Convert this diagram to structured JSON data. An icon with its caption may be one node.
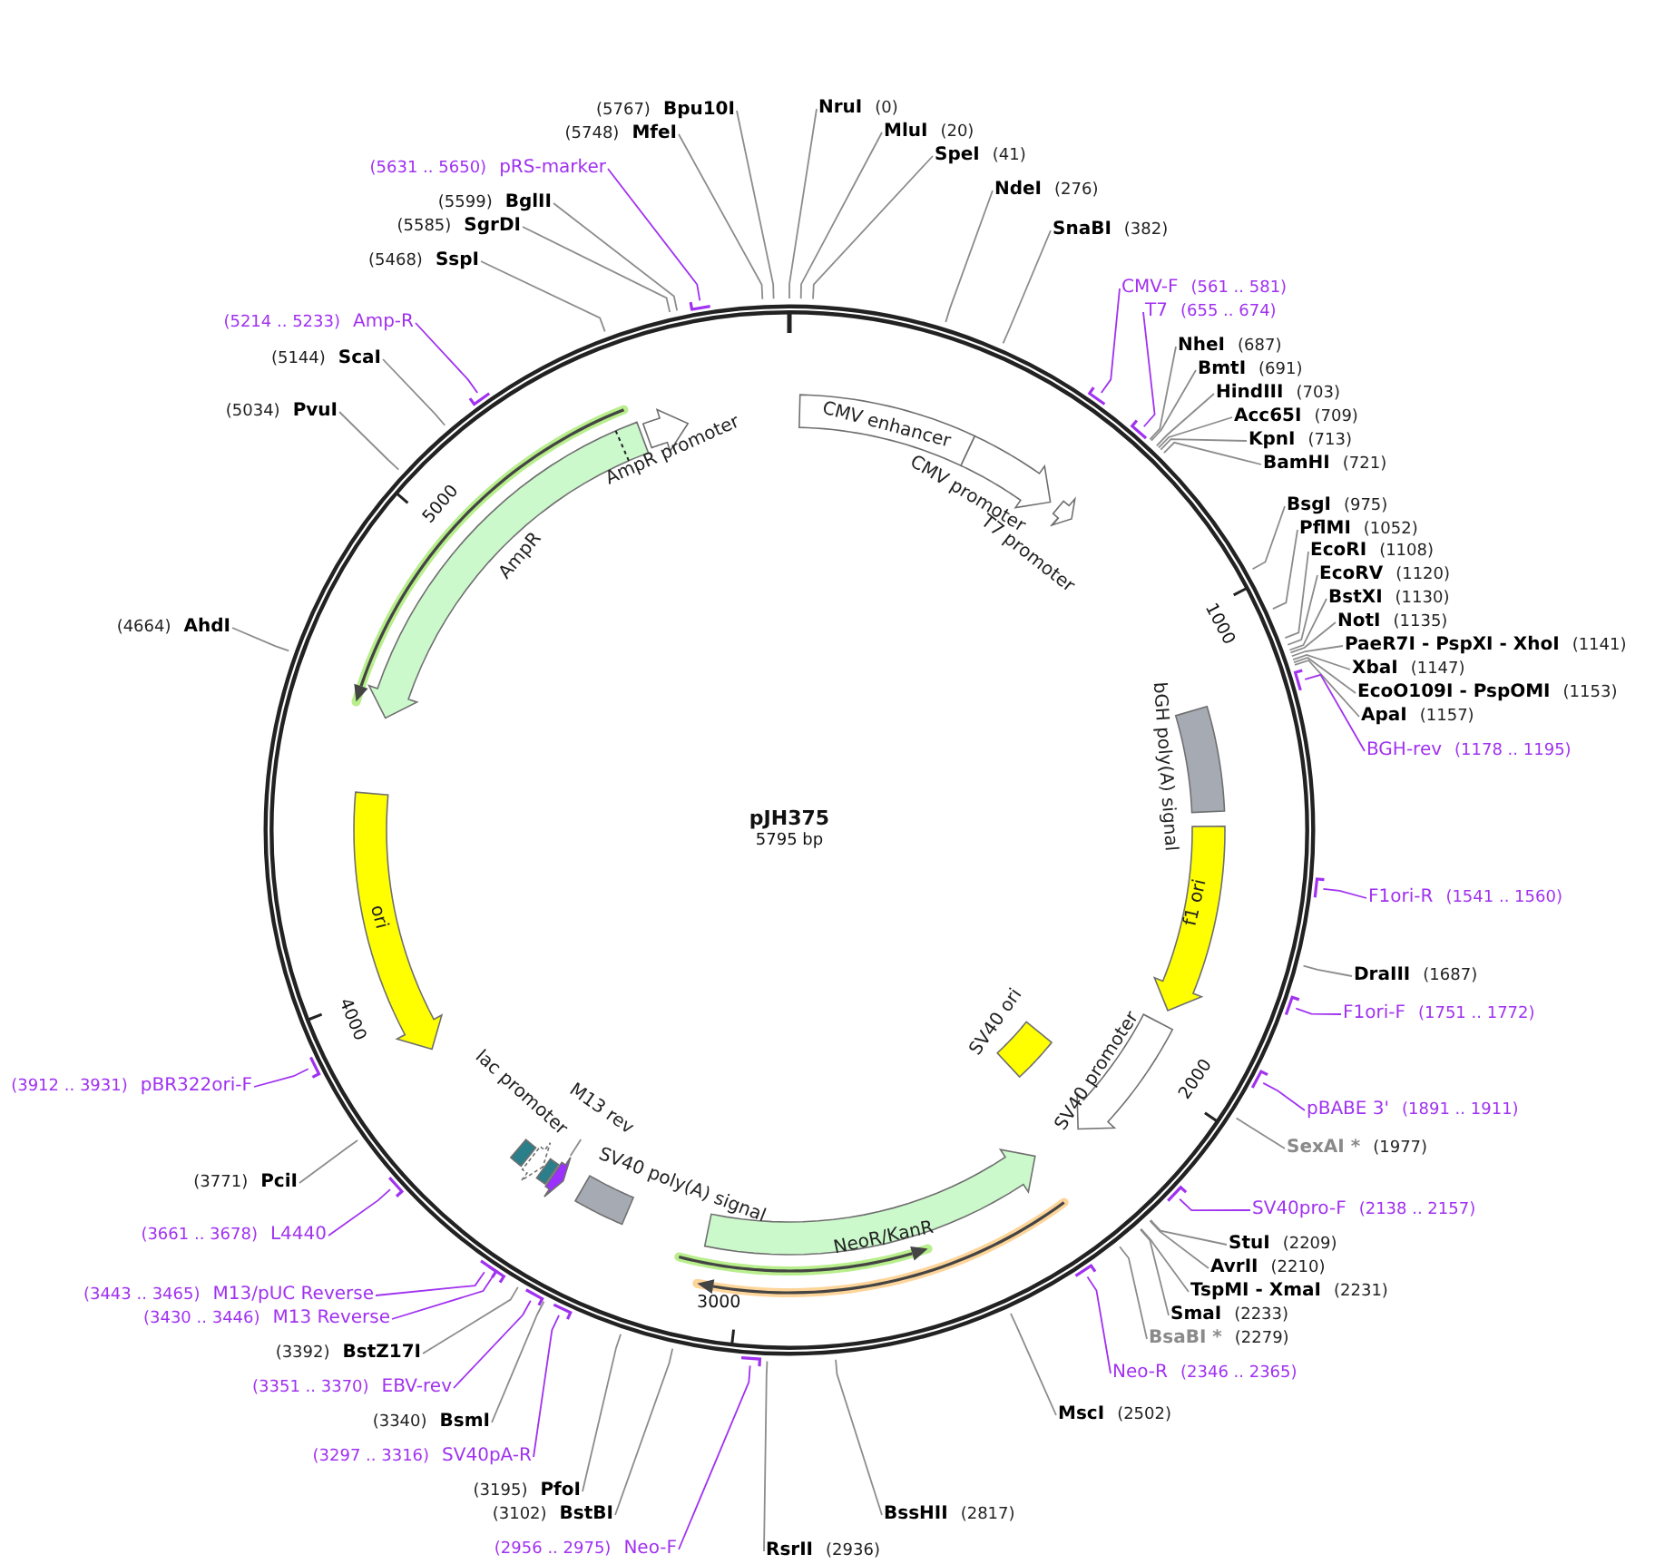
{
  "diagram": {
    "title": "pJH375",
    "nodes": [
      {
        "text": [
          "CMV enhancer"
        ]
      },
      {
        "text": [
          "CMV promoter"
        ]
      },
      {
        "text": [
          "T7 promoter"
        ]
      },
      {
        "text": [],
        "shape": "arrow"
      },
      {
        "text": [
          "bGH poly(A) signal"
        ]
      },
      {
        "text": [
          "f1 ori"
        ]
      },
      {
        "text": [
          "SV40 ori"
        ]
      },
      {
        "text": [
          "SV40 promoter"
        ]
      },
      {
        "text": [
          "NeoR/KanR"
        ]
      },
      {
        "text": [
          "SV40 poly(A) signal"
        ]
      },
      {
        "text": [
          "M13 rev"
        ]
      },
      {
        "text": [],
        "shape": "arrow"
      },
      {
        "text": [
          "lac promoter"
        ]
      },
      {
        "text": [],
        "shape": "box"
      },
      {
        "text": [],
        "shape": "box"
      },
      {
        "text": [
          "ori"
        ]
      },
      {
        "text": [
          "AmpR"
        ]
      },
      {
        "text": [
          "AmpR promoter"
        ]
      },
      {
        "text": [
          "NruI",
          "(0)"
        ]
      },
      {
        "text": [
          "MluI",
          "(20)"
        ]
      },
      {
        "text": [
          "SpeI",
          "(41)"
        ]
      },
      {
        "text": [
          "NdeI",
          "(276)"
        ]
      },
      {
        "text": [
          "SnaBI",
          "(382)"
        ]
      },
      {
        "text": [
          "CMV-F",
          "(561 .. 581)"
        ]
      },
      {
        "text": [
          "T7",
          "(655 .. 674)"
        ]
      },
      {
        "text": [
          "NheI",
          "(687)"
        ]
      },
      {
        "text": [
          "BmtI",
          "(691)"
        ]
      },
      {
        "text": [
          "HindIII",
          "(703)"
        ]
      },
      {
        "text": [
          "Acc65I",
          "(709)"
        ]
      },
      {
        "text": [
          "KpnI",
          "(713)"
        ]
      },
      {
        "text": [
          "BamHI",
          "(721)"
        ]
      },
      {
        "text": [
          "BsgI",
          "(975)"
        ]
      },
      {
        "text": [
          "PflMI",
          "(1052)"
        ]
      },
      {
        "text": [
          "EcoRI",
          "(1108)"
        ]
      },
      {
        "text": [
          "EcoRV",
          "(1120)"
        ]
      },
      {
        "text": [
          "BstXI",
          "(1130)"
        ]
      },
      {
        "text": [
          "NotI",
          "(1135)"
        ]
      },
      {
        "text": [
          "PaeR7I - PspXI - XhoI",
          "(1141)"
        ]
      },
      {
        "text": [
          "XbaI",
          "(1147)"
        ]
      },
      {
        "text": [
          "EcoO109I - PspOMI",
          "(1153)"
        ]
      },
      {
        "text": [
          "ApaI",
          "(1157)"
        ]
      },
      {
        "text": [
          "BGH-rev",
          "(1178 .. 1195)"
        ]
      },
      {
        "text": [
          "F1ori-R",
          "(1541 .. 1560)"
        ]
      },
      {
        "text": [
          "DraIII",
          "(1687)"
        ]
      },
      {
        "text": [
          "F1ori-F",
          "(1751 .. 1772)"
        ]
      },
      {
        "text": [
          "pBABE 3'",
          "(1891 .. 1911)"
        ]
      },
      {
        "text": [
          "SexAI *",
          "(1977)"
        ]
      },
      {
        "text": [
          "SV40pro-F",
          "(2138 .. 2157)"
        ]
      },
      {
        "text": [
          "StuI",
          "(2209)"
        ]
      },
      {
        "text": [
          "AvrII",
          "(2210)"
        ]
      },
      {
        "text": [
          "TspMI - XmaI",
          "(2231)"
        ]
      },
      {
        "text": [
          "SmaI",
          "(2233)"
        ]
      },
      {
        "text": [
          "BsaBI *",
          "(2279)"
        ]
      },
      {
        "text": [
          "Neo-R",
          "(2346 .. 2365)"
        ]
      },
      {
        "text": [
          "MscI",
          "(2502)"
        ]
      },
      {
        "text": [
          "BssHII",
          "(2817)"
        ]
      },
      {
        "text": [
          "RsrII",
          "(2936)"
        ]
      },
      {
        "text": [
          "(2956 .. 2975)",
          "Neo-F"
        ]
      },
      {
        "text": [
          "(3102)",
          "BstBI"
        ]
      },
      {
        "text": [
          "(3195)",
          "PfoI"
        ]
      },
      {
        "text": [
          "(3297 .. 3316)",
          "SV40pA-R"
        ]
      },
      {
        "text": [
          "(3340)",
          "BsmI"
        ]
      },
      {
        "text": [
          "(3351 .. 3370)",
          "EBV-rev"
        ]
      },
      {
        "text": [
          "(3392)",
          "BstZ17I"
        ]
      },
      {
        "text": [
          "(3430 .. 3446)",
          "M13 Reverse"
        ]
      },
      {
        "text": [
          "(3443 .. 3465)",
          "M13/pUC Reverse"
        ]
      },
      {
        "text": [
          "(3661 .. 3678)",
          "L4440"
        ]
      },
      {
        "text": [
          "(3771)",
          "PciI"
        ]
      },
      {
        "text": [
          "(3912 .. 3931)",
          "pBR322ori-F"
        ]
      },
      {
        "text": [
          "(4664)",
          "AhdI"
        ]
      },
      {
        "text": [
          "(5034)",
          "PvuI"
        ]
      },
      {
        "text": [
          "(5144)",
          "ScaI"
        ]
      },
      {
        "text": [
          "(5214 .. 5233)",
          "Amp-R"
        ]
      },
      {
        "text": [
          "(5468)",
          "SspI"
        ]
      },
      {
        "text": [
          "(5585)",
          "SgrDI"
        ]
      },
      {
        "text": [
          "(5599)",
          "BglII"
        ]
      },
      {
        "text": [
          "(5631 .. 5650)",
          "pRS-marker"
        ]
      },
      {
        "text": [
          "(5748)",
          "MfeI"
        ]
      },
      {
        "text": [
          "(5767)",
          "Bpu10I"
        ]
      }
    ],
    "edges": [
      {
        "from": 2,
        "to": 3,
        "arrow": "none"
      },
      {
        "from": 10,
        "to": 11,
        "arrow": "none"
      },
      {
        "from": 18,
        "to": null,
        "arrow": "none"
      },
      {
        "from": 19,
        "to": null,
        "arrow": "none"
      },
      {
        "from": 20,
        "to": null,
        "arrow": "none"
      },
      {
        "from": 21,
        "to": null,
        "arrow": "none"
      },
      {
        "from": 22,
        "to": null,
        "arrow": "none"
      },
      {
        "from": 23,
        "to": null,
        "arrow": "none",
        "color": "#a032f0"
      },
      {
        "from": 24,
        "to": null,
        "arrow": "none",
        "color": "#a032f0"
      },
      {
        "from": 25,
        "to": null,
        "arrow": "none"
      },
      {
        "from": 26,
        "to": null,
        "arrow": "none"
      },
      {
        "from": 27,
        "to": null,
        "arrow": "none"
      },
      {
        "from": 28,
        "to": null,
        "arrow": "none"
      },
      {
        "from": 29,
        "to": null,
        "arrow": "none"
      },
      {
        "from": 30,
        "to": null,
        "arrow": "none"
      },
      {
        "from": 31,
        "to": null,
        "arrow": "none"
      },
      {
        "from": 32,
        "to": null,
        "arrow": "none"
      },
      {
        "from": 33,
        "to": null,
        "arrow": "none"
      },
      {
        "from": 34,
        "to": null,
        "arrow": "none"
      },
      {
        "from": 35,
        "to": null,
        "arrow": "none"
      },
      {
        "from": 36,
        "to": null,
        "arrow": "none"
      },
      {
        "from": 37,
        "to": null,
        "arrow": "none"
      },
      {
        "from": 38,
        "to": null,
        "arrow": "none"
      },
      {
        "from": 39,
        "to": null,
        "arrow": "none"
      },
      {
        "from": 40,
        "to": null,
        "arrow": "none"
      },
      {
        "from": 41,
        "to": null,
        "arrow": "none",
        "color": "#a032f0"
      },
      {
        "from": 42,
        "to": null,
        "arrow": "none",
        "color": "#a032f0"
      },
      {
        "from": 43,
        "to": null,
        "arrow": "none"
      },
      {
        "from": 44,
        "to": null,
        "arrow": "none",
        "color": "#a032f0"
      },
      {
        "from": 45,
        "to": null,
        "arrow": "none",
        "color": "#a032f0"
      },
      {
        "from": 46,
        "to": null,
        "arrow": "none"
      },
      {
        "from": 47,
        "to": null,
        "arrow": "none",
        "color": "#a032f0"
      },
      {
        "from": 48,
        "to": null,
        "arrow": "none"
      },
      {
        "from": 49,
        "to": null,
        "arrow": "none"
      },
      {
        "from": 50,
        "to": null,
        "arrow": "none"
      },
      {
        "from": 51,
        "to": null,
        "arrow": "none"
      },
      {
        "from": 52,
        "to": null,
        "arrow": "none"
      },
      {
        "from": 53,
        "to": null,
        "arrow": "none",
        "color": "#a032f0"
      },
      {
        "from": 54,
        "to": null,
        "arrow": "none"
      },
      {
        "from": 55,
        "to": null,
        "arrow": "none"
      },
      {
        "from": 56,
        "to": null,
        "arrow": "none"
      },
      {
        "from": 57,
        "to": null,
        "arrow": "none",
        "color": "#a032f0"
      },
      {
        "from": 58,
        "to": null,
        "arrow": "none"
      },
      {
        "from": 59,
        "to": null,
        "arrow": "none"
      },
      {
        "from": 60,
        "to": null,
        "arrow": "none",
        "color": "#a032f0"
      },
      {
        "from": 61,
        "to": null,
        "arrow": "none"
      },
      {
        "from": 62,
        "to": null,
        "arrow": "none",
        "color": "#a032f0"
      },
      {
        "from": 63,
        "to": null,
        "arrow": "none"
      },
      {
        "from": 64,
        "to": null,
        "arrow": "none",
        "color": "#a032f0"
      },
      {
        "from": 65,
        "to": null,
        "arrow": "none",
        "color": "#a032f0"
      },
      {
        "from": 66,
        "to": null,
        "arrow": "none",
        "color": "#a032f0"
      },
      {
        "from": 67,
        "to": null,
        "arrow": "none"
      },
      {
        "from": 68,
        "to": null,
        "arrow": "none",
        "color": "#a032f0"
      },
      {
        "from": 69,
        "to": null,
        "arrow": "none"
      },
      {
        "from": 70,
        "to": null,
        "arrow": "none"
      },
      {
        "from": 71,
        "to": null,
        "arrow": "none"
      },
      {
        "from": 72,
        "to": null,
        "arrow": "none",
        "color": "#a032f0"
      },
      {
        "from": 73,
        "to": null,
        "arrow": "none"
      },
      {
        "from": 74,
        "to": null,
        "arrow": "none"
      },
      {
        "from": 75,
        "to": null,
        "arrow": "none"
      },
      {
        "from": 76,
        "to": null,
        "arrow": "none",
        "color": "#a032f0"
      },
      {
        "from": 77,
        "to": null,
        "arrow": "none"
      },
      {
        "from": 78,
        "to": null,
        "arrow": "none"
      }
    ],
    "labels": [
      "5795 bp",
      "1000",
      "2000",
      "3000",
      "4000",
      "5000"
    ]
  }
}
